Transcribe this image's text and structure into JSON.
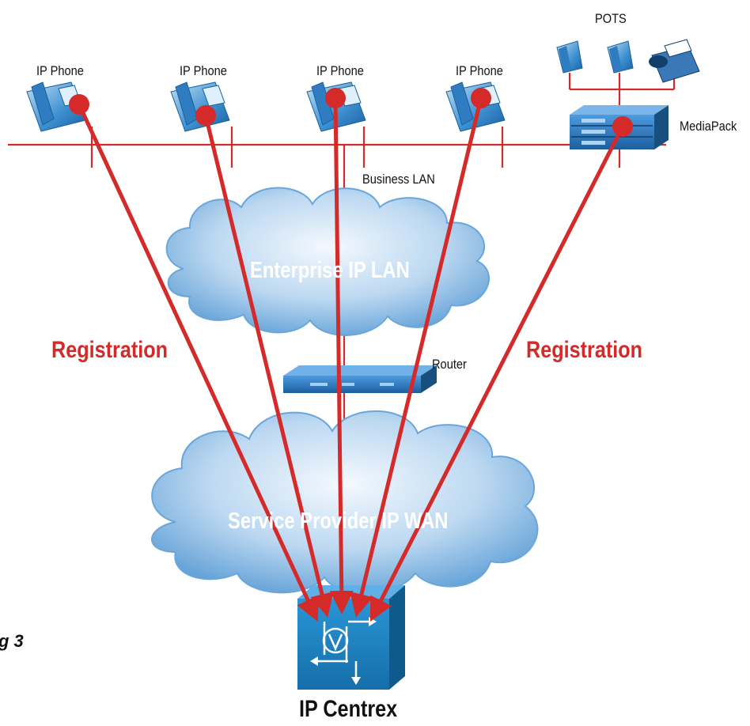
{
  "labels": {
    "pots": "POTS",
    "ip_phone": "IP Phone",
    "mediapack": "MediaPack",
    "business_lan": "Business LAN",
    "enterprise_lan": "Enterprise IP LAN",
    "router": "Router",
    "registration": "Registration",
    "service_provider_wan": "Service Provider IP WAN",
    "ip_centrex": "IP Centrex",
    "figure_fragment": "g 3"
  },
  "colors": {
    "line_red": "#d42a2a",
    "cloud_light": "#dfeefb",
    "cloud_dark": "#5f9fd6",
    "device_blue": "#1f6fb3",
    "centrex_blue": "#1b7fc1"
  },
  "icons": [
    "phone-icon",
    "fax-icon",
    "mediapack-icon",
    "router-icon",
    "cloud-icon",
    "ip-centrex-switch-icon"
  ]
}
